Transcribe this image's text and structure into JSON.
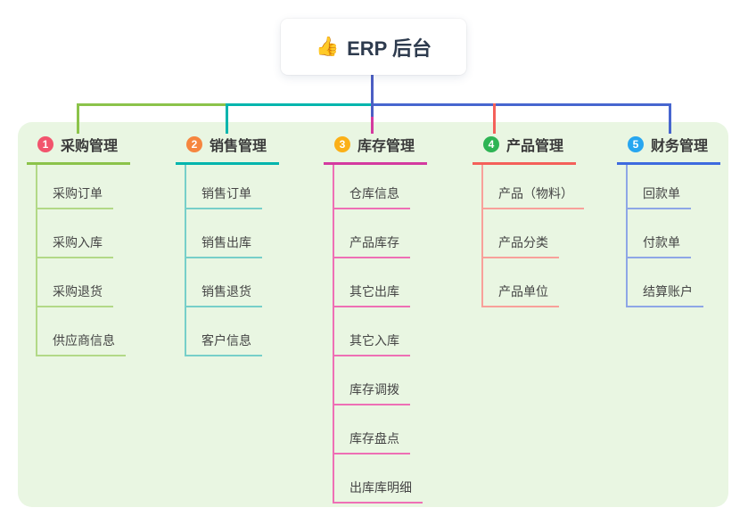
{
  "root": {
    "icon_name": "thumbs-up-icon",
    "icon": "👍",
    "label": "ERP 后台"
  },
  "colors": {
    "panel_bg": "#e9f6e2",
    "root_connector": "#4c5ec4",
    "branch1": "#8bc34a",
    "branch2": "#00b5ad",
    "branch3": "#d43a9f",
    "branch4": "#f4605a",
    "branch5": "#3e6bdf",
    "badge1": "#f2546d",
    "badge2": "#f6863f",
    "badge3": "#fbb017",
    "badge4": "#2eb454",
    "badge5": "#27a6f0"
  },
  "branches": [
    {
      "num": "1",
      "title": "采购管理",
      "color": "#8bc34a",
      "children": [
        "采购订单",
        "采购入库",
        "采购退货",
        "供应商信息"
      ]
    },
    {
      "num": "2",
      "title": "销售管理",
      "color": "#00b5ad",
      "children": [
        "销售订单",
        "销售出库",
        "销售退货",
        "客户信息"
      ]
    },
    {
      "num": "3",
      "title": "库存管理",
      "color": "#d43a9f",
      "children": [
        "仓库信息",
        "产品库存",
        "其它出库",
        "其它入库",
        "库存调拨",
        "库存盘点",
        "出库库明细"
      ]
    },
    {
      "num": "4",
      "title": "产品管理",
      "color": "#f4605a",
      "children": [
        "产品（物料）",
        "产品分类",
        "产品单位"
      ]
    },
    {
      "num": "5",
      "title": "财务管理",
      "color": "#3e6bdf",
      "children": [
        "回款单",
        "付款单",
        "结算账户"
      ]
    }
  ]
}
